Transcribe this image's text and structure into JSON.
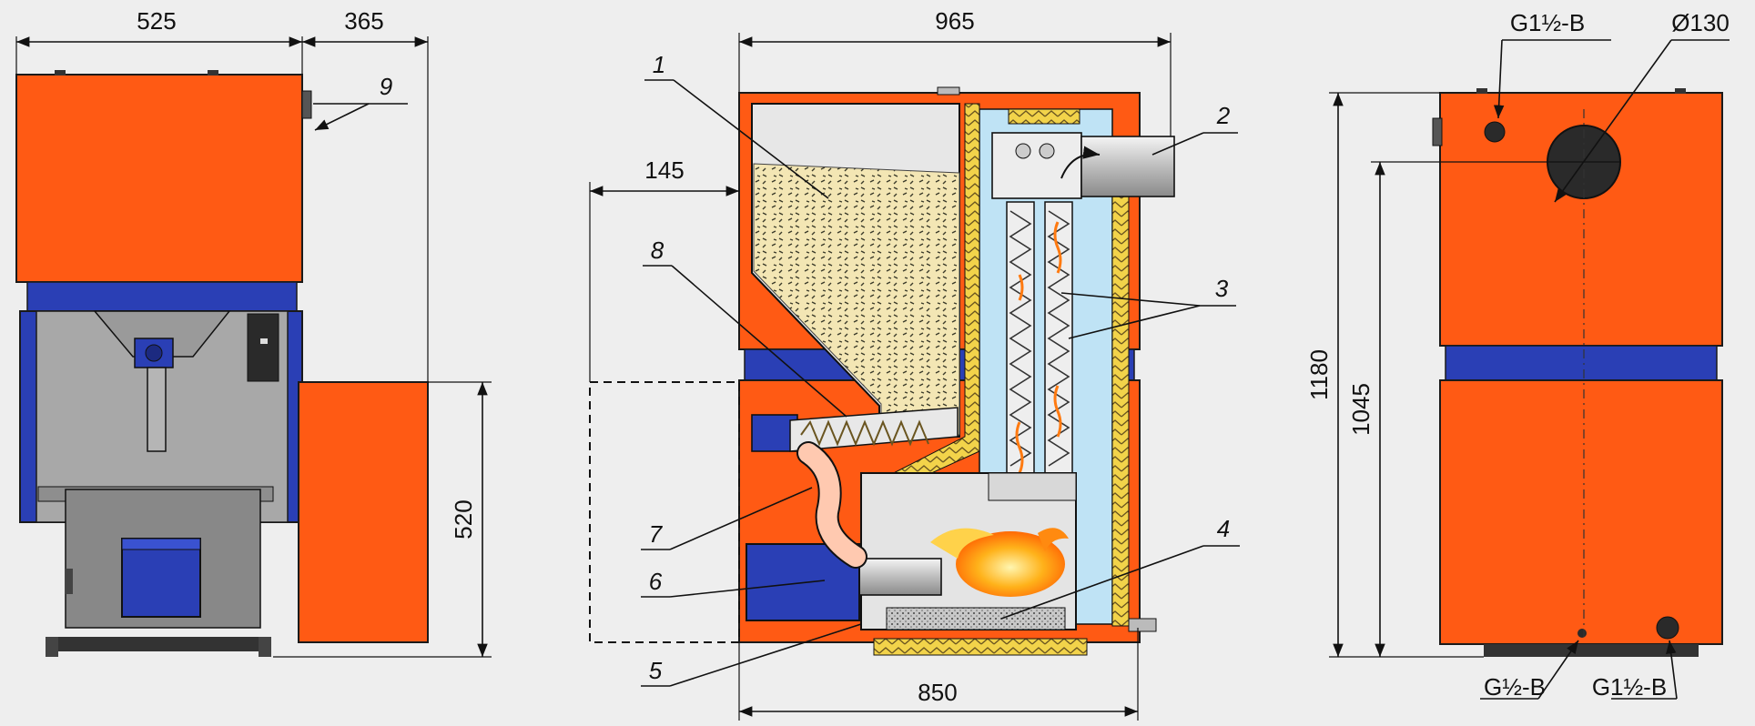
{
  "dimensions": {
    "front_width": "525",
    "side_depth": "365",
    "burner_height": "520",
    "total_width": "965",
    "hopper_offset": "145",
    "boiler_width": "850",
    "total_height": "1180",
    "outlet_height": "1045"
  },
  "connections": {
    "top_left": "G1½-B",
    "flue": "Ø130",
    "bottom_left": "G½-B",
    "bottom_right": "G1½-B"
  },
  "callouts": [
    "1",
    "2",
    "3",
    "4",
    "5",
    "6",
    "7",
    "8",
    "9"
  ],
  "colors": {
    "body": "#ff5a14",
    "band": "#2a3fb5",
    "insulation": "#f2d34a",
    "water": "#bfe3f5",
    "pellets": "#f3e6b4",
    "burner": "#2a3fb5",
    "background": "#eeeeee"
  }
}
